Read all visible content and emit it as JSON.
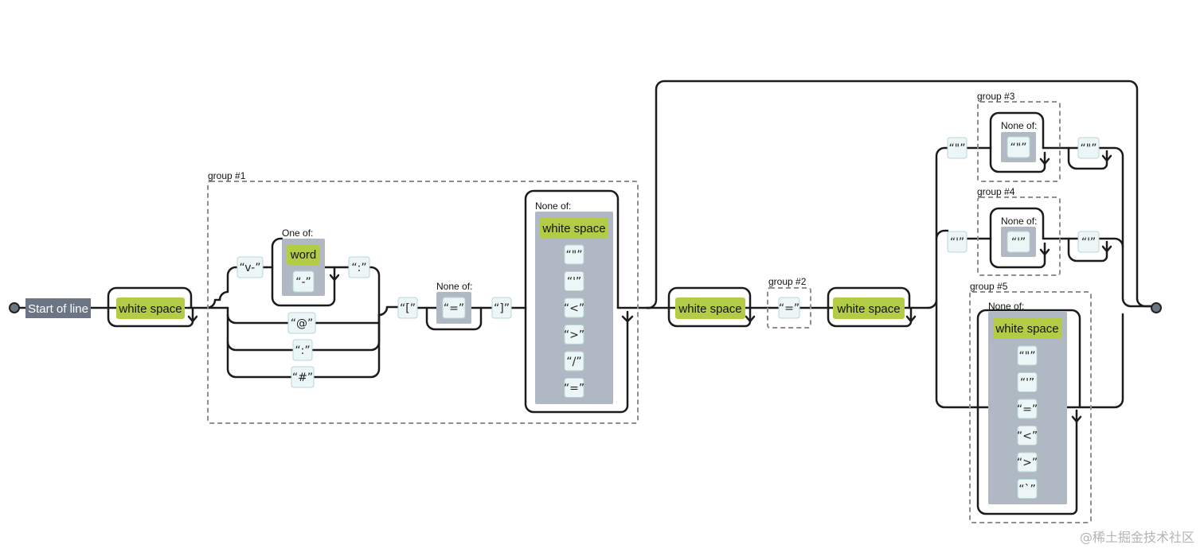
{
  "start": "Start of line",
  "white_space": "white space",
  "group1": {
    "title": "group #1",
    "one_of": "One of:",
    "word": "word",
    "dash": "“-”",
    "v_prefix": "“v-”",
    "colon": "“:”",
    "at": "“@”",
    "colon2": "“:”",
    "hash": "“#”",
    "open_bracket": "“[”",
    "none_of_label": "None of:",
    "eq": "“=”",
    "close_bracket": "“]”",
    "set": {
      "label": "None of:",
      "items": [
        "“\"”",
        "“'”",
        "“<”",
        "“>”",
        "“/”",
        "“=”"
      ]
    }
  },
  "group2": {
    "title": "group #2",
    "eq": "“=”"
  },
  "group3": {
    "title": "group #3",
    "open": "“\"”",
    "none_of": "None of:",
    "inner": "“\"”",
    "close": "“\"”"
  },
  "group4": {
    "title": "group #4",
    "open": "“'”",
    "none_of": "None of:",
    "inner": "“'”",
    "close": "“'”"
  },
  "group5": {
    "title": "group #5",
    "none_of": "None of:",
    "items": [
      "“\"”",
      "“'”",
      "“=”",
      "“<”",
      "“>”",
      "“`”"
    ]
  },
  "watermark": "@稀土掘金技术社区"
}
